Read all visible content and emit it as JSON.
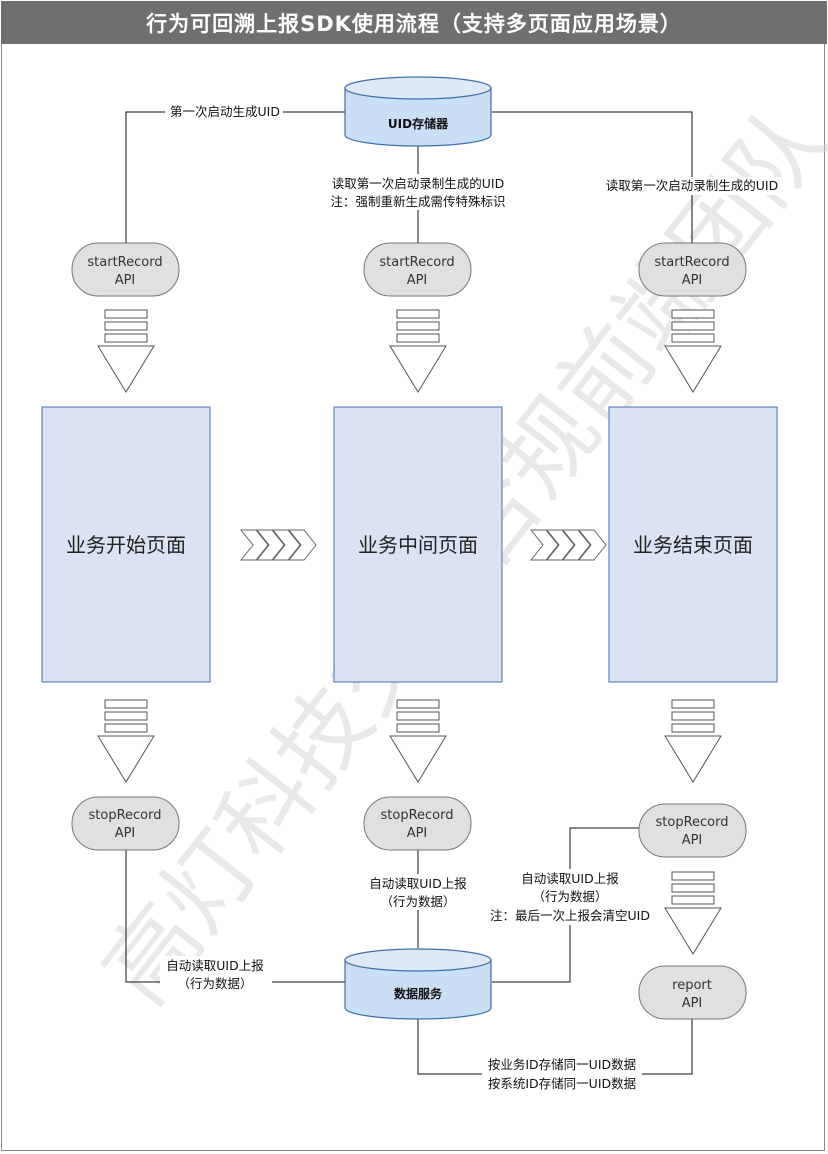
{
  "title": "行为可回溯上报SDK使用流程（支持多页面应用场景）",
  "watermark": "高灯科技交易合规前端团队",
  "storage": {
    "uid_store": "UID存储器",
    "data_service": "数据服务"
  },
  "pills": {
    "start1": [
      "startRecord",
      "API"
    ],
    "start2": [
      "startRecord",
      "API"
    ],
    "start3": [
      "startRecord",
      "API"
    ],
    "stop1": [
      "stopRecord",
      "API"
    ],
    "stop2": [
      "stopRecord",
      "API"
    ],
    "stop3": [
      "stopRecord",
      "API"
    ],
    "report": [
      "report",
      "API"
    ]
  },
  "pages": {
    "start": "业务开始页面",
    "middle": "业务中间页面",
    "end": "业务结束页面"
  },
  "labels": {
    "first_launch": "第一次启动生成UID",
    "read_mid_1": "读取第一次启动录制生成的UID",
    "read_mid_2": "注：强制重新生成需传特殊标识",
    "read_end": "读取第一次启动录制生成的UID",
    "auto_read_mid_1": "自动读取UID上报",
    "auto_read_mid_2": "（行为数据）",
    "auto_read_end_1": "自动读取UID上报",
    "auto_read_end_2": "（行为数据）",
    "auto_read_end_3": "注：最后一次上报会清空UID",
    "auto_read_left_1": "自动读取UID上报",
    "auto_read_left_2": "（行为数据）",
    "store_by_1": "按业务ID存储同一UID数据",
    "store_by_2": "按系统ID存储同一UID数据"
  },
  "colors": {
    "title_bg": "#6f6f6f",
    "page_fill": "#dae3f3",
    "page_stroke": "#4a6fb5",
    "db_fill": "#c9dff5",
    "db_stroke": "#3d6fa8",
    "pill_fill": "#e0e0e0",
    "pill_stroke": "#777777"
  }
}
